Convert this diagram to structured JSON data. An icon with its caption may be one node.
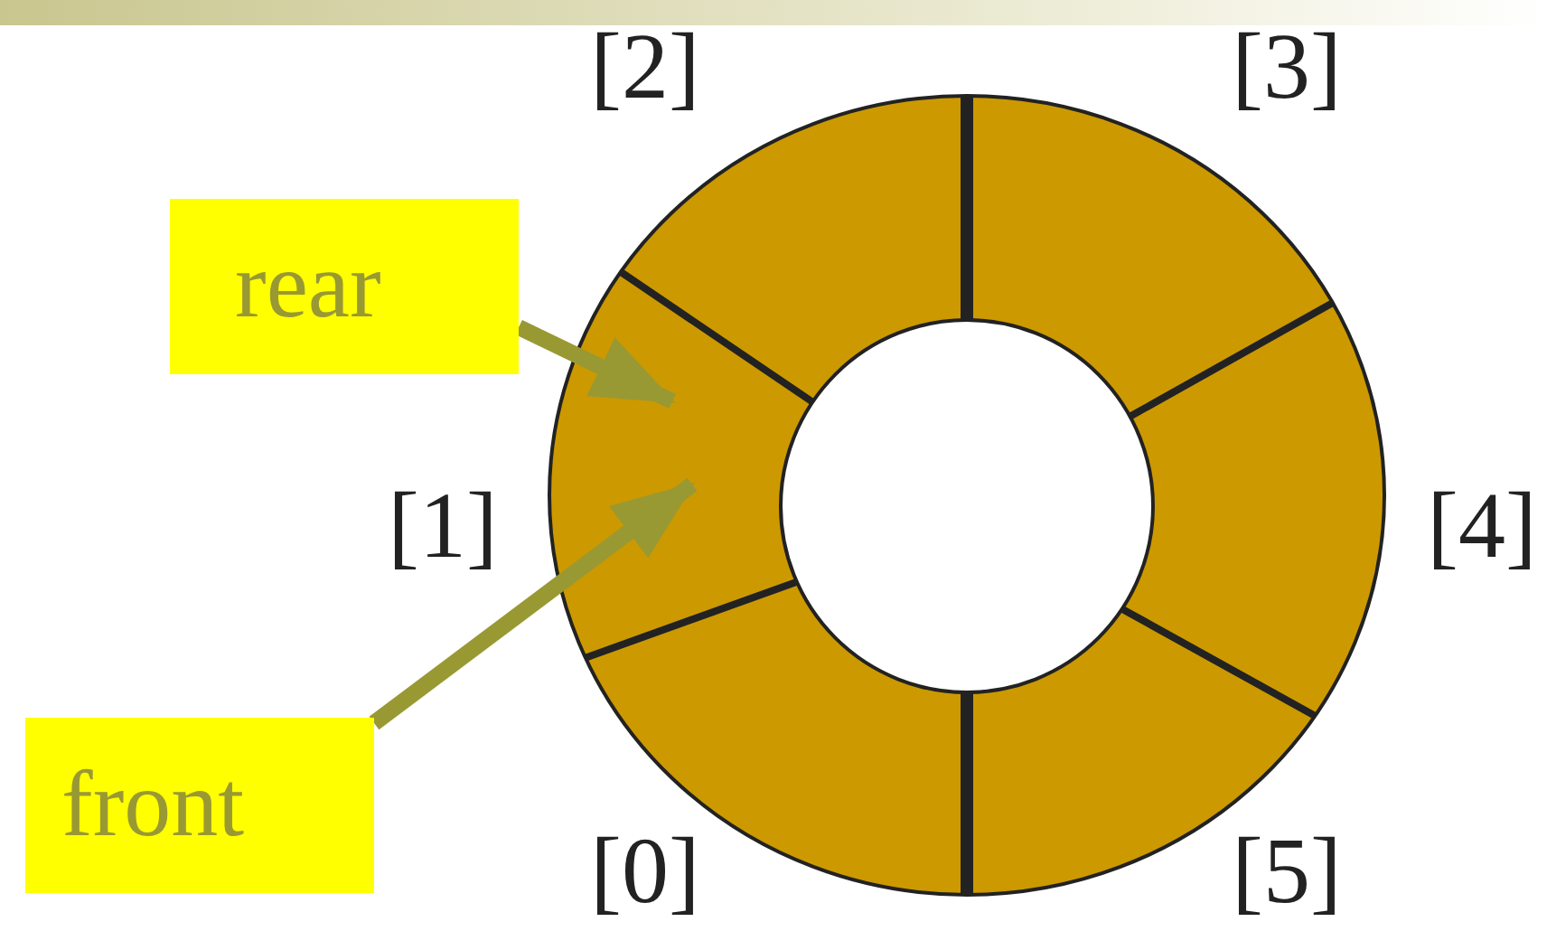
{
  "diagram": {
    "nodes": [
      {
        "text": [
          "rear"
        ]
      },
      {
        "text": [
          "front"
        ]
      },
      {
        "text": [],
        "shape": "sector",
        "beside": [
          "[0]"
        ]
      },
      {
        "text": [],
        "shape": "sector",
        "beside": [
          "[1]"
        ]
      },
      {
        "text": [],
        "shape": "sector",
        "beside": [
          "[2]"
        ]
      },
      {
        "text": [],
        "shape": "sector",
        "beside": [
          "[3]"
        ]
      },
      {
        "text": [],
        "shape": "sector",
        "beside": [
          "[4]"
        ]
      },
      {
        "text": [],
        "shape": "sector",
        "beside": [
          "[5]"
        ]
      }
    ],
    "edges": [
      {
        "from": 0,
        "to": 3,
        "arrow": "to"
      },
      {
        "from": 1,
        "to": 3,
        "arrow": "to"
      }
    ]
  }
}
